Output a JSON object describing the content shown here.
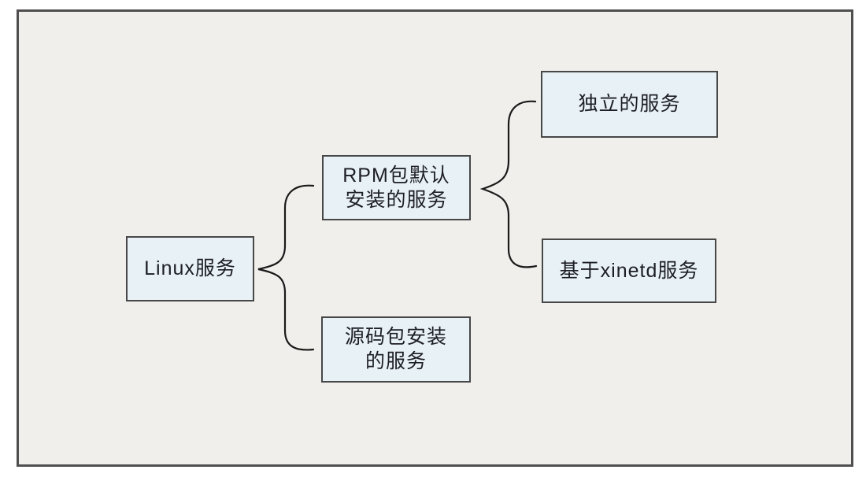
{
  "diagram": {
    "type": "tree",
    "nodes": {
      "linux": {
        "label": "Linux服务"
      },
      "rpm": {
        "line1": "RPM包默认",
        "line2": "安装的服务"
      },
      "source": {
        "line1": "源码包安装",
        "line2": "的服务"
      },
      "independent": {
        "label": "独立的服务"
      },
      "xinetd": {
        "label": "基于xinetd服务"
      }
    },
    "edges": [
      {
        "from": "linux",
        "to": [
          "rpm",
          "source"
        ],
        "connector": "curly-brace"
      },
      {
        "from": "rpm",
        "to": [
          "independent",
          "xinetd"
        ],
        "connector": "curly-brace"
      }
    ],
    "colors": {
      "node_fill": "#e8f2f6",
      "node_border": "#474747",
      "frame_fill": "#f0efec",
      "frame_border": "#4f4f4f",
      "connector_stroke": "#1a1a1a",
      "text": "#1d1d26",
      "page_background": "#ffffff"
    }
  }
}
